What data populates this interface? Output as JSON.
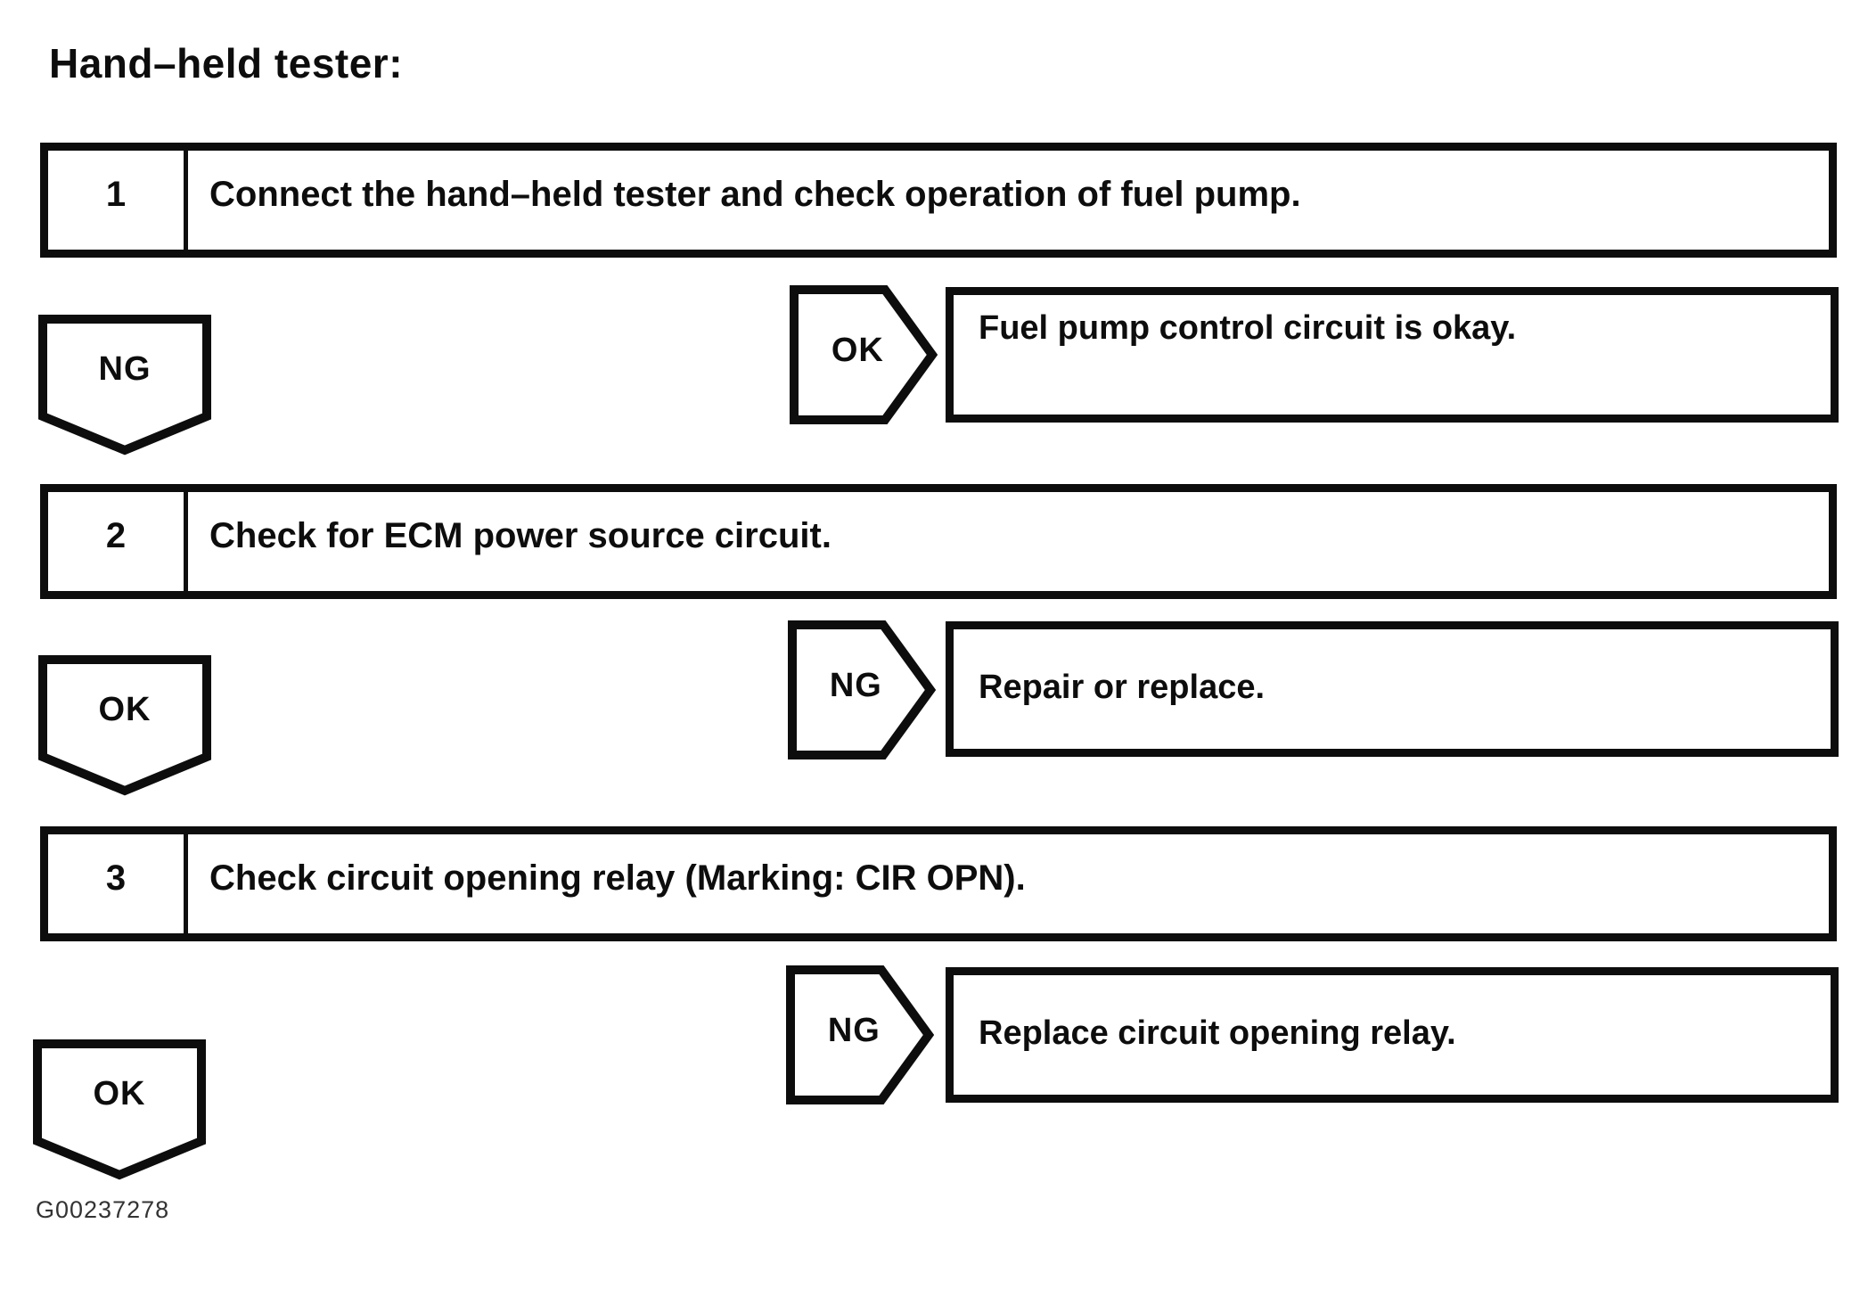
{
  "page": {
    "title": "Hand–held tester:",
    "figure_code": "G00237278"
  },
  "colors": {
    "ink": "#0d0d0d",
    "paper": "#ffffff"
  },
  "flowchart": {
    "steps": [
      {
        "number": "1",
        "instruction": "Connect the hand–held tester and check operation of fuel pump.",
        "down_branch": {
          "label": "NG"
        },
        "side_branch": {
          "label": "OK",
          "result": "Fuel pump control circuit is okay."
        }
      },
      {
        "number": "2",
        "instruction": "Check for ECM power source circuit.",
        "down_branch": {
          "label": "OK"
        },
        "side_branch": {
          "label": "NG",
          "result": "Repair or replace."
        }
      },
      {
        "number": "3",
        "instruction": "Check circuit opening relay (Marking: CIR OPN).",
        "down_branch": {
          "label": "OK"
        },
        "side_branch": {
          "label": "NG",
          "result": "Replace circuit opening relay."
        }
      }
    ]
  }
}
